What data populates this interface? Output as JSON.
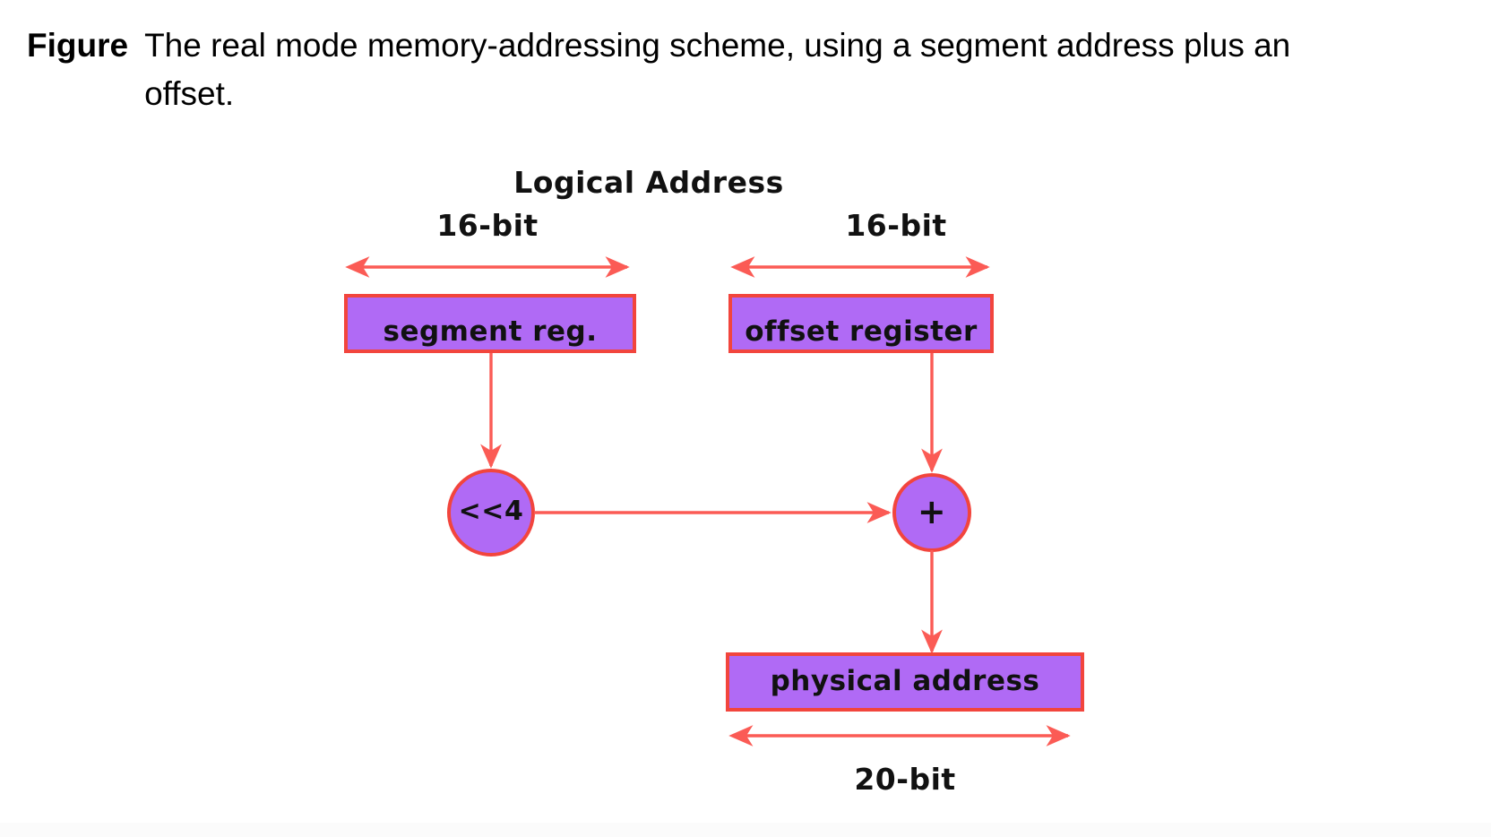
{
  "caption": {
    "label": "Figure",
    "text": "The real mode memory-addressing scheme, using a segment address plus an offset."
  },
  "diagram": {
    "title": "real-mode-addressing",
    "labels": {
      "logical_address": "Logical Address",
      "width_segment": "16-bit",
      "width_offset": "16-bit",
      "width_physical": "20-bit"
    },
    "nodes": {
      "segment_register": "segment reg.",
      "offset_register": "offset register",
      "shift_operator": "<<4",
      "adder": "+",
      "physical_address": "physical address"
    },
    "colors": {
      "box_fill": "#b06af5",
      "box_stroke": "#f2453d",
      "arrow": "#fb5b55",
      "text": "#111111",
      "page_background": "#ffffff"
    }
  }
}
